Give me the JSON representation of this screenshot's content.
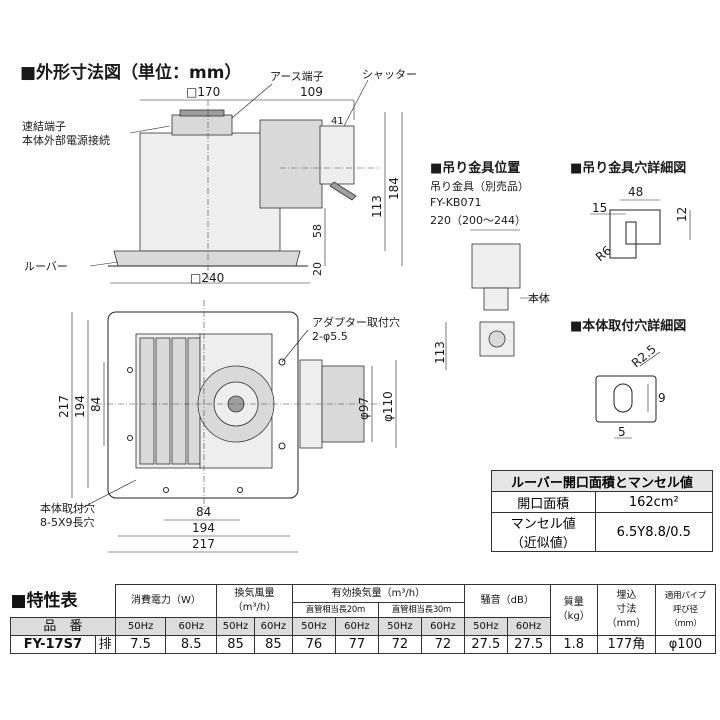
{
  "outline": {
    "title": "■外形寸法図（単位：mm）",
    "labels": {
      "earth": "アース端子",
      "shutter": "シャッター",
      "quick_terminal": "速結端子",
      "power_conn": "本体外部電源接続",
      "louver": "ルーバー",
      "dim_170": "□170",
      "dim_109": "109",
      "dim_41": "41",
      "dim_184": "184",
      "dim_113": "113",
      "dim_58": "58",
      "dim_20": "20",
      "dim_240": "□240",
      "adapter": "アダプター取付穴",
      "adapter_holes": "2-φ5.5",
      "dim_217v": "217",
      "dim_194v": "194",
      "dim_84v": "84",
      "dim_97": "φ97",
      "dim_110": "φ110",
      "mount_hole": "本体取付穴",
      "mount_slots": "8-5X9長穴",
      "dim_84h": "84",
      "dim_194h": "194",
      "dim_217h": "217"
    }
  },
  "hanger": {
    "title": "■吊り金具位置",
    "item": "吊り金具（別売品）",
    "model": "FY-KB071",
    "dim": "220（200〜244）",
    "body": "本体",
    "dim_113": "113"
  },
  "hanger_hole": {
    "title": "■吊り金具穴詳細図",
    "d48": "48",
    "d15": "15",
    "d12": "12",
    "r6": "R6"
  },
  "mount_detail": {
    "title": "■本体取付穴詳細図",
    "r25": "R2.5",
    "d9": "9",
    "d5": "5"
  },
  "louver_table": {
    "title": "ルーバー開口面積とマンセル値",
    "area_label": "開口面積",
    "area_value": "162cm²",
    "munsell_label1": "マンセル値",
    "munsell_label2": "（近似値）",
    "munsell_value": "6.5Y8.8/0.5"
  },
  "spec": {
    "title": "■特性表",
    "h_power": "消費電力（W）",
    "h_airflow": "換気風量",
    "h_airflow_unit": "（m³/h）",
    "h_effective": "有効換気量（m³/h）",
    "h_duct20": "直管相当長20m",
    "h_duct30": "直管相当長30m",
    "h_noise": "騒音（dB）",
    "h_mass": "質量",
    "h_mass_unit": "（kg）",
    "h_embed1": "埋込",
    "h_embed2": "寸法",
    "h_embed3": "（mm）",
    "h_pipe1": "適用パイプ",
    "h_pipe2": "呼び径",
    "h_pipe3": "（mm）",
    "h_model": "品　番",
    "hz50": "50Hz",
    "hz60": "60Hz",
    "row": {
      "model": "FY-17S7",
      "type": "排",
      "power50": "7.5",
      "power60": "8.5",
      "air50": "85",
      "air60": "85",
      "d20_50": "76",
      "d20_60": "77",
      "d30_50": "72",
      "d30_60": "72",
      "noise50": "27.5",
      "noise60": "27.5",
      "mass": "1.8",
      "embed": "177角",
      "pipe": "φ100"
    }
  }
}
